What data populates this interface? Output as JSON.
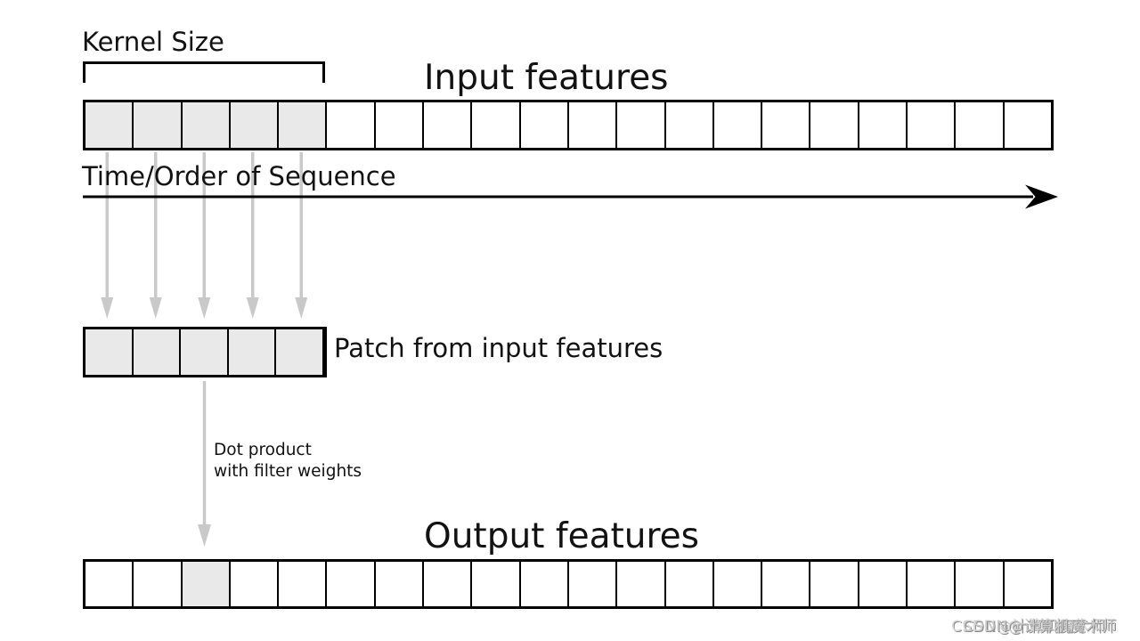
{
  "labels": {
    "kernel_size": "Kernel Size",
    "input_title": "Input features",
    "time_axis": "Time/Order of Sequence",
    "patch": "Patch from input features",
    "dot_product_line1": "Dot product",
    "dot_product_line2": "with filter weights",
    "output_title": "Output features"
  },
  "watermark": {
    "text": "CSDN@计算机魔术师"
  },
  "diagram": {
    "type": "1d-convolution-explainer",
    "kernel_size": 5,
    "input_row": {
      "cells": 20,
      "highlighted": [
        0,
        1,
        2,
        3,
        4
      ]
    },
    "patch_row": {
      "cells": 5,
      "highlighted": [
        0,
        1,
        2,
        3,
        4
      ]
    },
    "output_row": {
      "cells": 20,
      "highlighted": [
        2
      ]
    }
  },
  "colors": {
    "cell_fill": "#e9e9e9",
    "cell_border": "#000000",
    "arrow_gray": "#c9c9c9",
    "axis_black": "#000000",
    "watermark_gray": "#9a9a9a"
  }
}
